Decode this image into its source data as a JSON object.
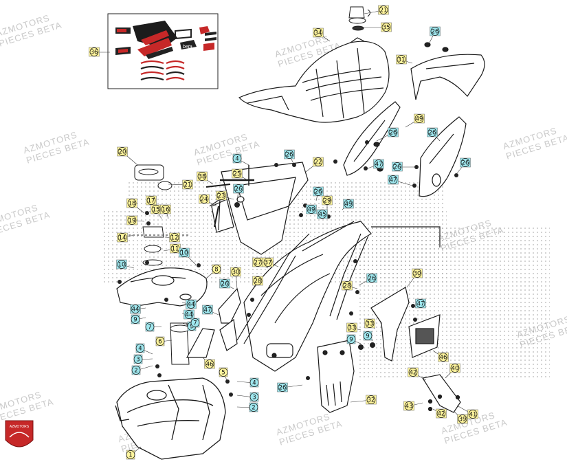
{
  "diagram": {
    "watermark": {
      "line1": "AZMOTORS",
      "line2": "PIECES BETA"
    },
    "logo_text": "AZMOTORS",
    "decal_text": "beta",
    "colors": {
      "yellow_box": "#fff59d",
      "cyan_box": "#9fe7ee",
      "logo_red": "#c62828",
      "line": "#1a1a1a"
    },
    "callouts": [
      {
        "label": "21",
        "style": "yellow"
      },
      {
        "label": "35",
        "style": "yellow"
      },
      {
        "label": "34",
        "style": "yellow"
      },
      {
        "label": "36",
        "style": "yellow"
      },
      {
        "label": "26",
        "style": "cyan"
      },
      {
        "label": "31",
        "style": "yellow"
      },
      {
        "label": "49",
        "style": "yellow"
      },
      {
        "label": "26",
        "style": "cyan"
      },
      {
        "label": "26",
        "style": "cyan"
      },
      {
        "label": "47",
        "style": "cyan"
      },
      {
        "label": "26",
        "style": "cyan"
      },
      {
        "label": "26",
        "style": "cyan"
      },
      {
        "label": "47",
        "style": "cyan"
      },
      {
        "label": "20",
        "style": "yellow"
      },
      {
        "label": "21",
        "style": "yellow"
      },
      {
        "label": "4",
        "style": "cyan"
      },
      {
        "label": "26",
        "style": "cyan"
      },
      {
        "label": "22",
        "style": "yellow"
      },
      {
        "label": "25",
        "style": "yellow"
      },
      {
        "label": "38",
        "style": "yellow"
      },
      {
        "label": "26",
        "style": "cyan"
      },
      {
        "label": "24",
        "style": "yellow"
      },
      {
        "label": "23",
        "style": "yellow"
      },
      {
        "label": "18",
        "style": "yellow"
      },
      {
        "label": "17",
        "style": "yellow"
      },
      {
        "label": "15",
        "style": "yellow"
      },
      {
        "label": "16",
        "style": "yellow"
      },
      {
        "label": "19",
        "style": "yellow"
      },
      {
        "label": "14",
        "style": "yellow"
      },
      {
        "label": "12",
        "style": "yellow"
      },
      {
        "label": "11",
        "style": "yellow"
      },
      {
        "label": "10",
        "style": "cyan"
      },
      {
        "label": "10",
        "style": "cyan"
      },
      {
        "label": "26",
        "style": "cyan"
      },
      {
        "label": "29",
        "style": "yellow"
      },
      {
        "label": "49",
        "style": "cyan"
      },
      {
        "label": "49",
        "style": "cyan"
      },
      {
        "label": "45",
        "style": "cyan"
      },
      {
        "label": "27",
        "style": "yellow"
      },
      {
        "label": "37",
        "style": "yellow"
      },
      {
        "label": "8",
        "style": "yellow"
      },
      {
        "label": "30",
        "style": "yellow"
      },
      {
        "label": "28",
        "style": "yellow"
      },
      {
        "label": "26",
        "style": "cyan"
      },
      {
        "label": "26",
        "style": "cyan"
      },
      {
        "label": "30",
        "style": "yellow"
      },
      {
        "label": "28",
        "style": "yellow"
      },
      {
        "label": "44",
        "style": "cyan"
      },
      {
        "label": "44",
        "style": "cyan"
      },
      {
        "label": "44",
        "style": "cyan"
      },
      {
        "label": "9",
        "style": "cyan"
      },
      {
        "label": "9",
        "style": "cyan"
      },
      {
        "label": "7",
        "style": "cyan"
      },
      {
        "label": "7",
        "style": "cyan"
      },
      {
        "label": "47",
        "style": "cyan"
      },
      {
        "label": "6",
        "style": "yellow"
      },
      {
        "label": "46",
        "style": "yellow"
      },
      {
        "label": "33",
        "style": "yellow"
      },
      {
        "label": "33",
        "style": "yellow"
      },
      {
        "label": "9",
        "style": "cyan"
      },
      {
        "label": "9",
        "style": "cyan"
      },
      {
        "label": "47",
        "style": "cyan"
      },
      {
        "label": "46",
        "style": "yellow"
      },
      {
        "label": "4",
        "style": "cyan"
      },
      {
        "label": "3",
        "style": "cyan"
      },
      {
        "label": "2",
        "style": "cyan"
      },
      {
        "label": "5",
        "style": "yellow"
      },
      {
        "label": "4",
        "style": "cyan"
      },
      {
        "label": "3",
        "style": "cyan"
      },
      {
        "label": "2",
        "style": "cyan"
      },
      {
        "label": "26",
        "style": "cyan"
      },
      {
        "label": "32",
        "style": "yellow"
      },
      {
        "label": "40",
        "style": "yellow"
      },
      {
        "label": "42",
        "style": "yellow"
      },
      {
        "label": "43",
        "style": "yellow"
      },
      {
        "label": "42",
        "style": "yellow"
      },
      {
        "label": "39",
        "style": "yellow"
      },
      {
        "label": "41",
        "style": "yellow"
      },
      {
        "label": "1",
        "style": "yellow"
      }
    ]
  }
}
